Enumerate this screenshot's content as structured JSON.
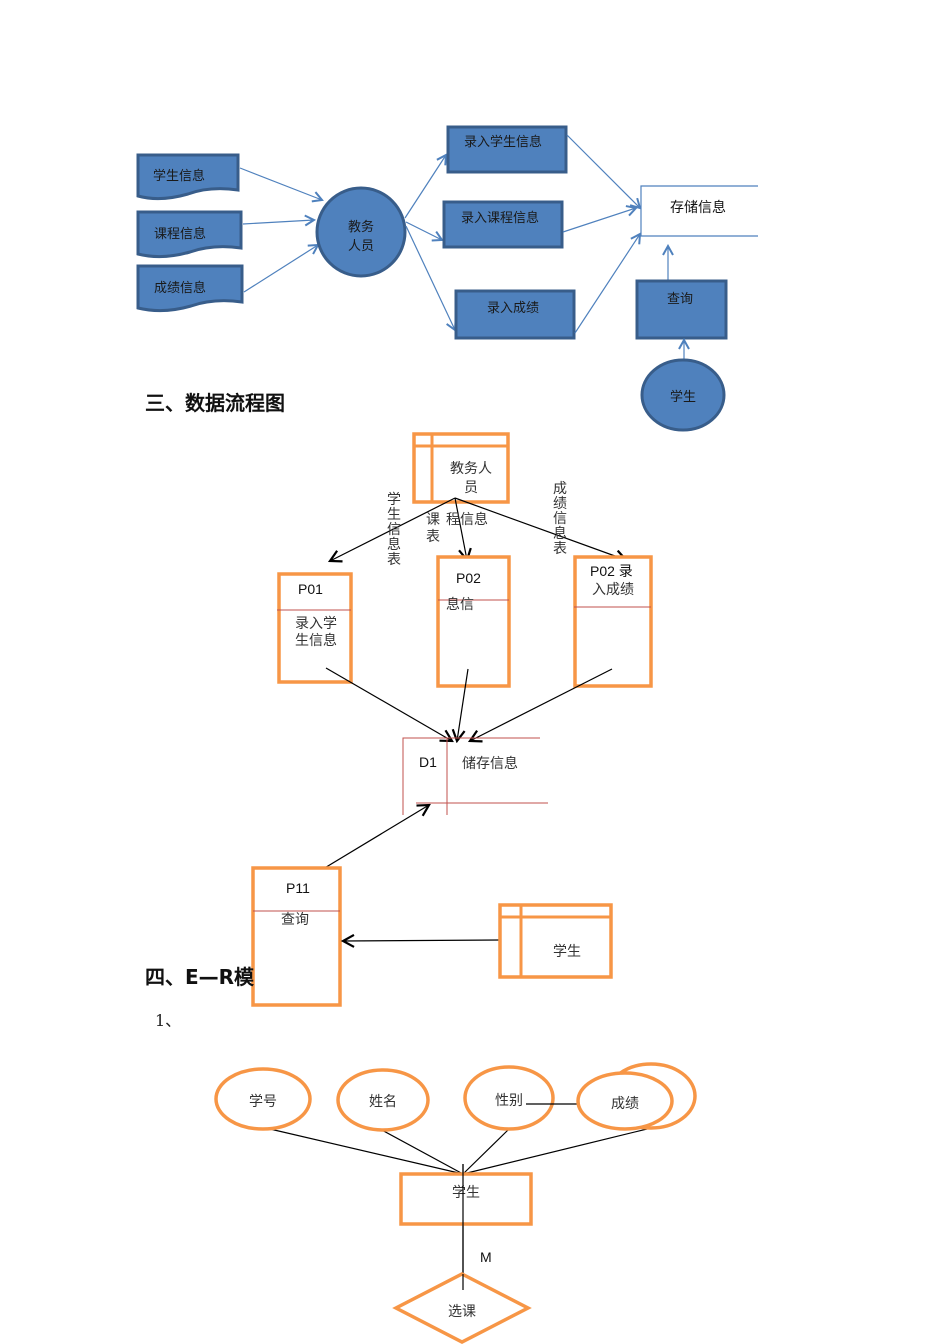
{
  "section3_heading": "三、数据流程图",
  "section4_heading": "四、E—R模",
  "section4_sub": "1、",
  "context_diagram": {
    "inputs": [
      "学生信息",
      "课程信息",
      "成绩信息"
    ],
    "actor": [
      "教务",
      "人员"
    ],
    "processes": [
      "录入学生信息",
      "录入课程信息",
      "录入成绩"
    ],
    "store": "存储信息",
    "query": "查询",
    "student": "学生"
  },
  "dfd": {
    "actor": [
      "教务人",
      "员"
    ],
    "flow_labels": {
      "student_table": [
        "学",
        "生",
        "信",
        "息",
        "表"
      ],
      "course_table_left": [
        "课",
        "表"
      ],
      "course_table_right": "程信息",
      "score_table": [
        "成",
        "绩",
        "信",
        "息",
        "表"
      ]
    },
    "p01": {
      "id": "P01",
      "name": [
        "录入学",
        "生信息"
      ]
    },
    "p02": {
      "id": "P02",
      "name": "息信"
    },
    "p03": {
      "id": "P02  录",
      "name": "入成绩"
    },
    "d1": {
      "id": "D1",
      "name": "储存信息"
    },
    "p11": {
      "id": "P11",
      "name": "查询"
    },
    "student": "学生"
  },
  "er": {
    "attributes": [
      "学号",
      "姓名",
      "性别",
      "成绩"
    ],
    "entity": "学生",
    "cardinality": "M",
    "relation": "选课"
  }
}
